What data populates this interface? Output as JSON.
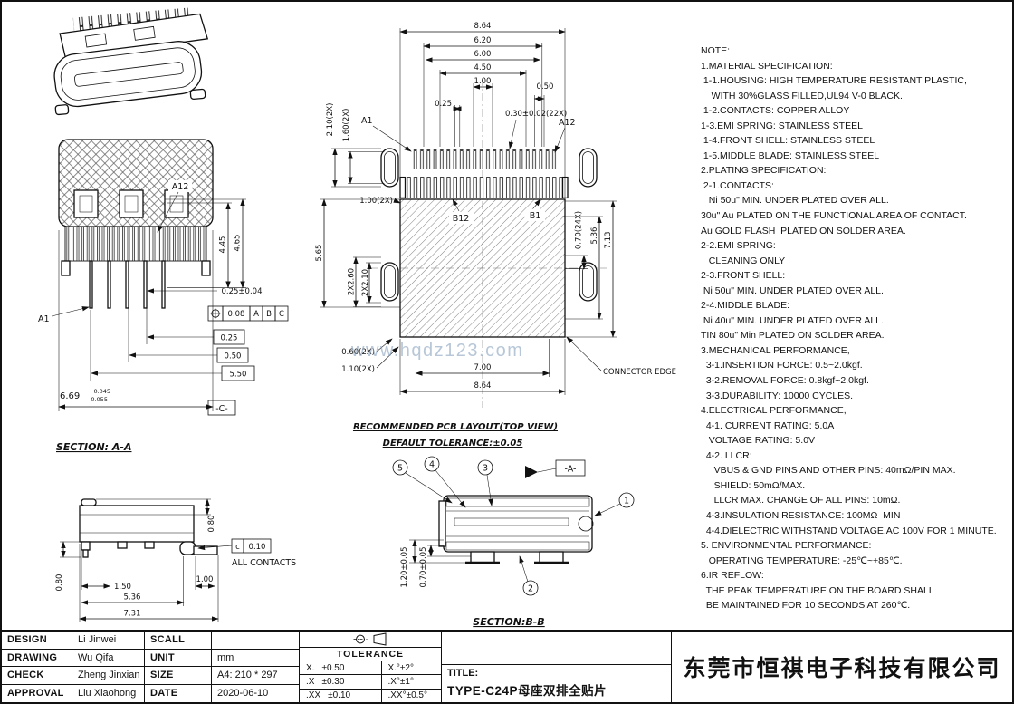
{
  "watermark": "www.hqdz123.com",
  "notes": {
    "lines": [
      "NOTE:",
      "1.MATERIAL SPECIFICATION:",
      " 1-1.HOUSING: HIGH TEMPERATURE RESISTANT PLASTIC,",
      "    WITH 30%GLASS FILLED,UL94 V-0 BLACK.",
      " 1-2.CONTACTS: COPPER ALLOY",
      "1-3.EMI SPRING: STAINLESS STEEL",
      " 1-4.FRONT SHELL: STAINLESS STEEL",
      " 1-5.MIDDLE BLADE: STAINLESS STEEL",
      "2.PLATING SPECIFICATION:",
      " 2-1.CONTACTS:",
      "   Ni 50u\" MIN. UNDER PLATED OVER ALL.",
      "30u\" Au PLATED ON THE FUNCTIONAL AREA OF CONTACT.",
      "Au GOLD FLASH  PLATED ON SOLDER AREA.",
      "2-2.EMI SPRING:",
      "   CLEANING ONLY",
      "2-3.FRONT SHELL:",
      " Ni 50u\" MIN. UNDER PLATED OVER ALL.",
      "2-4.MIDDLE BLADE:",
      " Ni 40u\" MIN. UNDER PLATED OVER ALL.",
      "TIN 80u\" Min PLATED ON SOLDER AREA.",
      "3.MECHANICAL PERFORMANCE,",
      "  3-1.INSERTION FORCE: 0.5~2.0kgf.",
      "  3-2.REMOVAL FORCE: 0.8kgf~2.0kgf.",
      "  3-3.DURABILITY: 10000 CYCLES.",
      "4.ELECTRICAL PERFORMANCE,",
      "  4-1. CURRENT RATING: 5.0A",
      "   VOLTAGE RATING: 5.0V",
      "  4-2. LLCR:",
      "     VBUS & GND PINS AND OTHER PINS: 40mΩ/PIN MAX.",
      "     SHIELD: 50mΩ/MAX.",
      "     LLCR MAX. CHANGE OF ALL PINS: 10mΩ.",
      "  4-3.INSULATION RESISTANCE: 100MΩ  MIN",
      "  4-4.DIELECTRIC WITHSTAND VOLTAGE,AC 100V FOR 1 MINUTE.",
      "5. ENVIRONMENTAL PERFORMANCE:",
      "   OPERATING TEMPERATURE: -25℃~+85℃.",
      "6.IR REFLOW:",
      "  THE PEAK TEMPERATURE ON THE BOARD SHALL",
      "  BE MAINTAINED FOR 10 SECONDS AT 260℃."
    ]
  },
  "views": {
    "top_view": {
      "caption_line1": "RECOMMENDED PCB LAYOUT(TOP VIEW)",
      "caption_line2": "DEFAULT TOLERANCE:±0.05",
      "connector_edge": "CONNECTOR EDGE",
      "label_a1": "A1",
      "label_a12": "A12",
      "label_b12": "B12",
      "label_b1": "B1",
      "dim_864_top": "8.64",
      "dim_620": "6.20",
      "dim_600": "6.00",
      "dim_450": "4.50",
      "dim_100": "1.00",
      "dim_050": "0.50",
      "dim_025": "0.25",
      "dim_030": "0.30±0.02(22X)",
      "dim_210_2x": "2.10(2X)",
      "dim_160_2x": "1.60(2X)",
      "dim_100_2x": "1.00(2X)",
      "dim_565": "5.65",
      "dim_2x260": "2X2.60",
      "dim_2x210": "2X2.10",
      "dim_070_24x": "0.70(24X)",
      "dim_536": "5.36",
      "dim_713": "7.13",
      "dim_060_2x": "0.60(2X)",
      "dim_110_2x": "1.10(2X)",
      "dim_700": "7.00",
      "dim_864_bottom": "8.64"
    },
    "section_aa": {
      "caption": "SECTION: A-A",
      "label_a12": "A12",
      "label_a1": "A1",
      "dim_445": "4.45",
      "dim_465": "4.65",
      "dim_025_tol": "0.25±0.04",
      "fcf_value": "0.08",
      "fcf_a": "A",
      "fcf_b": "B",
      "fcf_c": "C",
      "box_025": "0.25",
      "box_050": "0.50",
      "box_550": "5.50",
      "dim_669": "6.69",
      "dim_669_plus": "+0.045",
      "dim_669_minus": "-0.055",
      "datum": "-C-"
    },
    "side_view": {
      "dim_080_right": "0.80",
      "dim_080_left": "0.80",
      "dim_150": "1.50",
      "dim_536": "5.36",
      "dim_731": "7.31",
      "dim_100": "1.00",
      "fcf_letter": "c",
      "fcf_value": "0.10",
      "all_contacts": "ALL CONTACTS"
    },
    "section_bb": {
      "caption": "SECTION:B-B",
      "datum": "-A-",
      "dim_120": "1.20±0.05",
      "dim_070": "0.70±0.05",
      "balloon_1": "1",
      "balloon_2": "2",
      "balloon_3": "3",
      "balloon_4": "4",
      "balloon_5": "5"
    }
  },
  "title_block": {
    "design_label": "DESIGN",
    "design_name": "Li Jinwei",
    "drawing_label": "DRAWING",
    "drawing_name": "Wu Qifa",
    "check_label": "CHECK",
    "check_name": "Zheng Jinxian",
    "approval_label": "APPROVAL",
    "approval_name": "Liu Xiaohong",
    "scale_label": "SCALL",
    "scale_value": "",
    "unit_label": "UNIT",
    "unit_value": "mm",
    "size_label": "SIZE",
    "size_value": "A4: 210 * 297",
    "date_label": "DATE",
    "date_value": "2020-06-10",
    "tolerance_header": "TOLERANCE",
    "tolerance_rows": [
      {
        "sym": "X.",
        "val": "±0.50",
        "deg": "X.°±2°"
      },
      {
        "sym": ".X",
        "val": "±0.30",
        "deg": ".X°±1°"
      },
      {
        "sym": ".XX",
        "val": "±0.10",
        "deg": ".XX°±0.5°"
      }
    ],
    "title_label": "TITLE:",
    "title_value": "TYPE-C24P母座双排全贴片",
    "company": "东莞市恒祺电子科技有限公司"
  }
}
